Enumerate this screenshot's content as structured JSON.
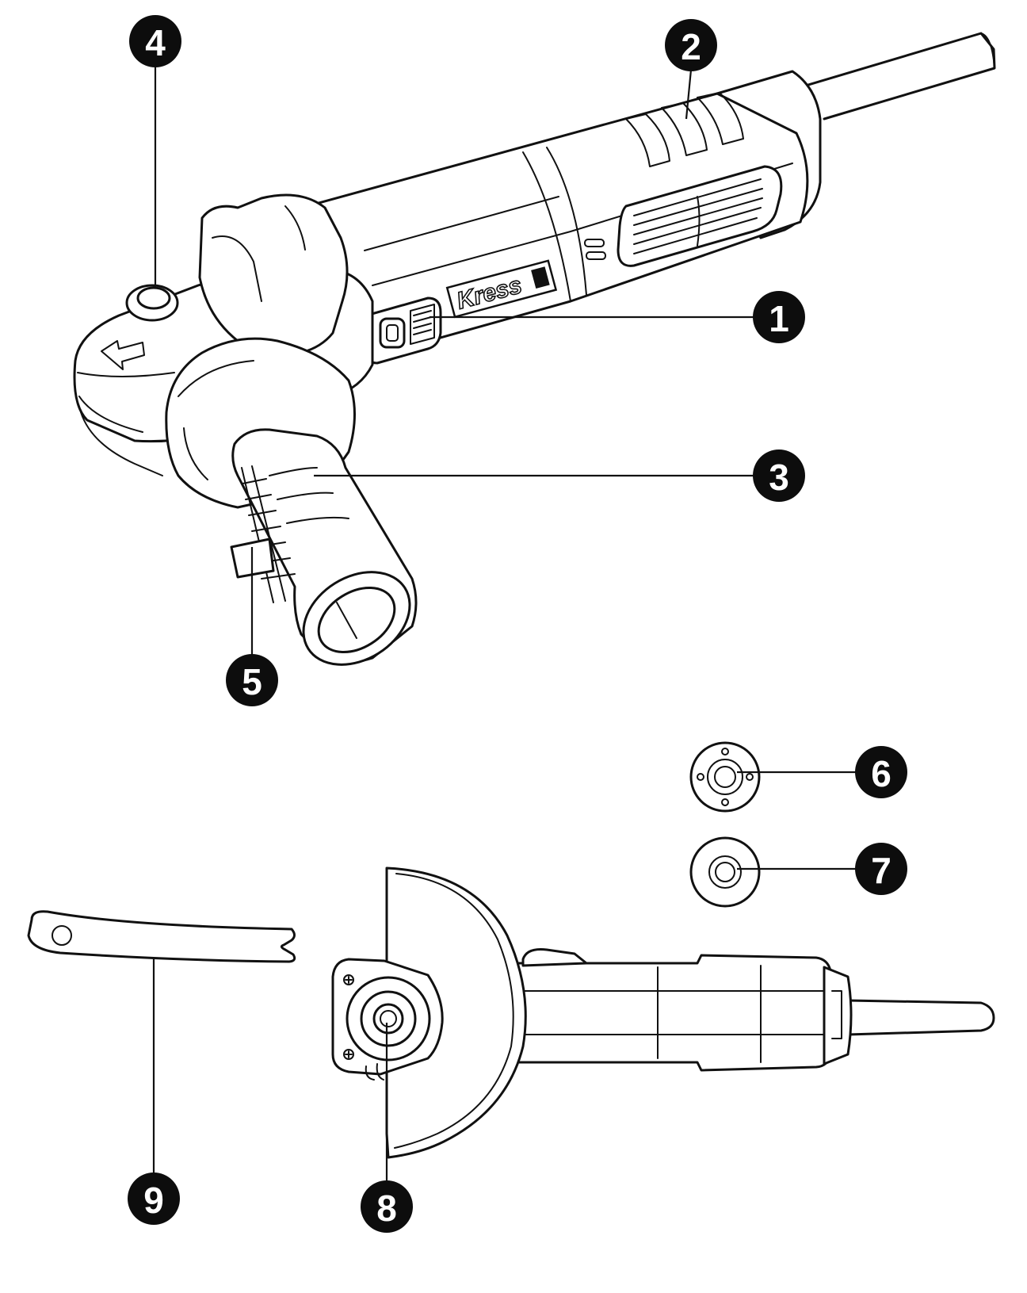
{
  "brand_logo_text": "Kress",
  "callouts": [
    {
      "id": "1",
      "part": "switch"
    },
    {
      "id": "2",
      "part": "vents"
    },
    {
      "id": "3",
      "part": "auxiliary-handle"
    },
    {
      "id": "4",
      "part": "spindle-lock"
    },
    {
      "id": "5",
      "part": "guard"
    },
    {
      "id": "6",
      "part": "clamp-nut"
    },
    {
      "id": "7",
      "part": "inner-flange"
    },
    {
      "id": "8",
      "part": "spindle"
    },
    {
      "id": "9",
      "part": "spanner"
    }
  ],
  "colors": {
    "line": "#111111",
    "badge": "#0d0d0d",
    "badge_text": "#ffffff",
    "background": "#ffffff"
  }
}
